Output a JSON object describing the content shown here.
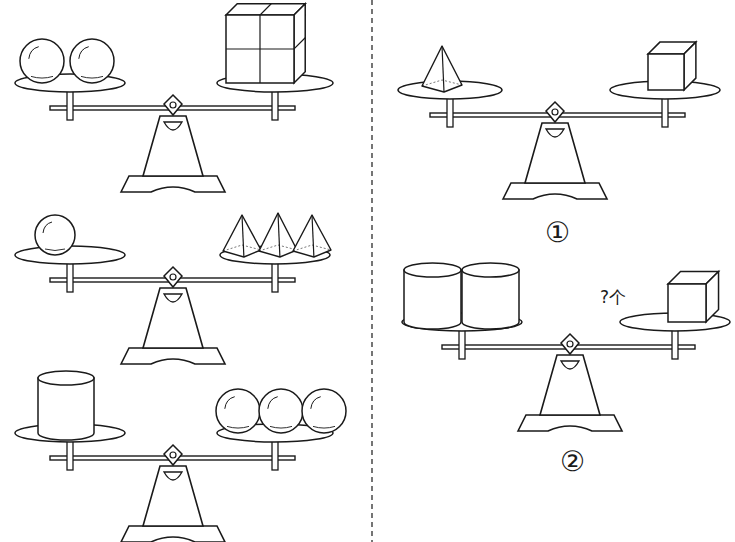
{
  "diagram": {
    "labels": [
      "①",
      "②",
      "?个"
    ]
  }
}
